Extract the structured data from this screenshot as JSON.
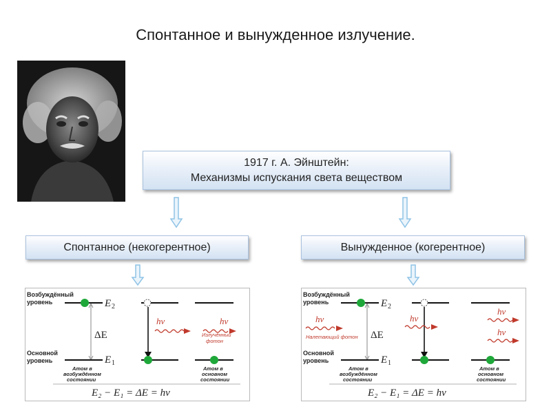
{
  "title": "Спонтанное и вынужденное излучение.",
  "main_box": {
    "line1": "1917 г. А. Эйнштейн:",
    "line2": "Механизмы испускания света веществом"
  },
  "left_box": "Спонтанное (некогерентное)",
  "right_box": "Вынужденное (когерентное)",
  "diagram": {
    "excited_level": [
      "Возбуждённый",
      "уровень"
    ],
    "ground_level": [
      "Основной",
      "уровень"
    ],
    "e2": "E",
    "e2_sub": "2",
    "e1": "E",
    "e1_sub": "1",
    "delta_e": "ΔE",
    "hv": "hν",
    "atom_excited": [
      "Атом в",
      "возбуждённом",
      "состоянии"
    ],
    "atom_ground": [
      "Атом в",
      "основном",
      "состоянии"
    ],
    "emitted_photon": [
      "Излучённый",
      "фотон"
    ],
    "incident_photon": "Налетающий фотон",
    "formula": "E₂ − E₁ = ΔE = hν"
  },
  "colors": {
    "atom": "#1fa83a",
    "photon": "#c0392b",
    "arrow": "#8fc3e6",
    "box_border": "#a9c1de"
  }
}
